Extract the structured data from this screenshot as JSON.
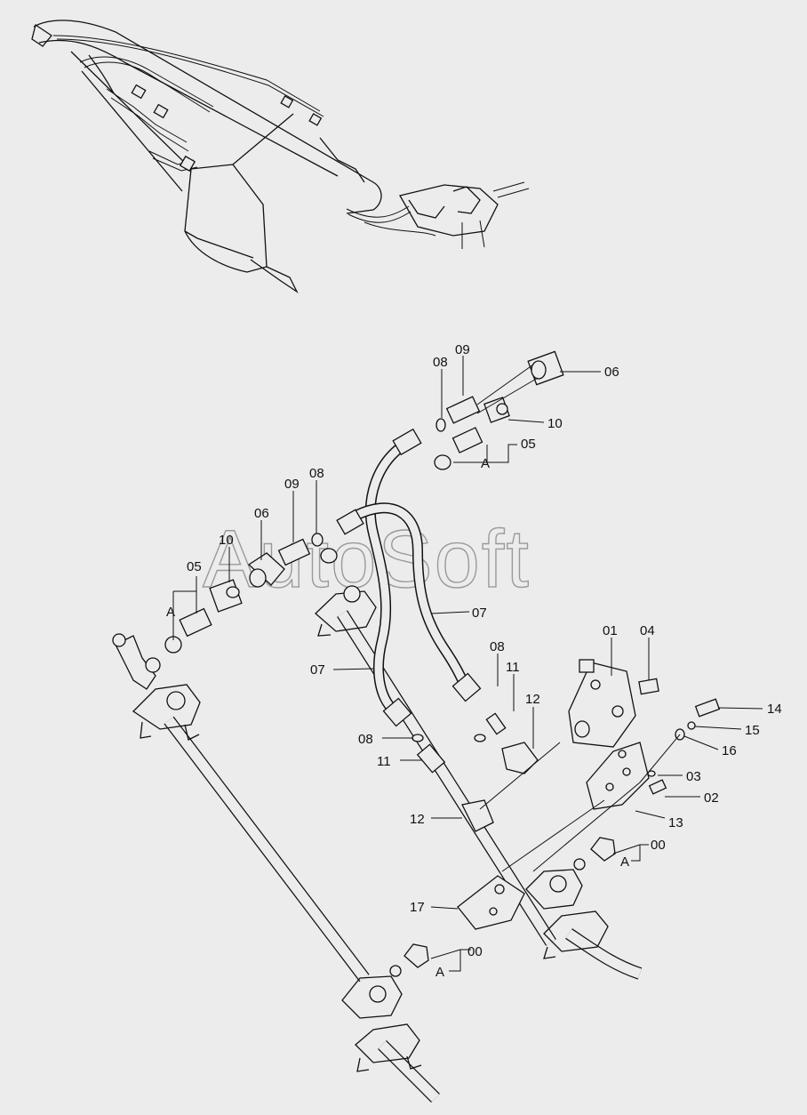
{
  "watermark": "AutoSoft",
  "callouts": [
    {
      "id": "c-09-top",
      "text": "09"
    },
    {
      "id": "c-08-top",
      "text": "08"
    },
    {
      "id": "c-06-top",
      "text": "06"
    },
    {
      "id": "c-10-top",
      "text": "10"
    },
    {
      "id": "c-05-top",
      "text": "05"
    },
    {
      "id": "c-a-top",
      "text": "A"
    },
    {
      "id": "c-09-mid",
      "text": "09"
    },
    {
      "id": "c-08-mid",
      "text": "08"
    },
    {
      "id": "c-06-mid",
      "text": "06"
    },
    {
      "id": "c-10-mid",
      "text": "10"
    },
    {
      "id": "c-05-left",
      "text": "05"
    },
    {
      "id": "c-a-left",
      "text": "A"
    },
    {
      "id": "c-07-right",
      "text": "07"
    },
    {
      "id": "c-07-left",
      "text": "07"
    },
    {
      "id": "c-01",
      "text": "01"
    },
    {
      "id": "c-04",
      "text": "04"
    },
    {
      "id": "c-08-right",
      "text": "08"
    },
    {
      "id": "c-11-right",
      "text": "11"
    },
    {
      "id": "c-12-right",
      "text": "12"
    },
    {
      "id": "c-14",
      "text": "14"
    },
    {
      "id": "c-15",
      "text": "15"
    },
    {
      "id": "c-16",
      "text": "16"
    },
    {
      "id": "c-08-left",
      "text": "08"
    },
    {
      "id": "c-11-left",
      "text": "11"
    },
    {
      "id": "c-03",
      "text": "03"
    },
    {
      "id": "c-02",
      "text": "02"
    },
    {
      "id": "c-12-left",
      "text": "12"
    },
    {
      "id": "c-13",
      "text": "13"
    },
    {
      "id": "c-00-right",
      "text": "00"
    },
    {
      "id": "c-a-right",
      "text": "A"
    },
    {
      "id": "c-17",
      "text": "17"
    },
    {
      "id": "c-00-bottom",
      "text": "00"
    },
    {
      "id": "c-a-bottom",
      "text": "A"
    }
  ]
}
